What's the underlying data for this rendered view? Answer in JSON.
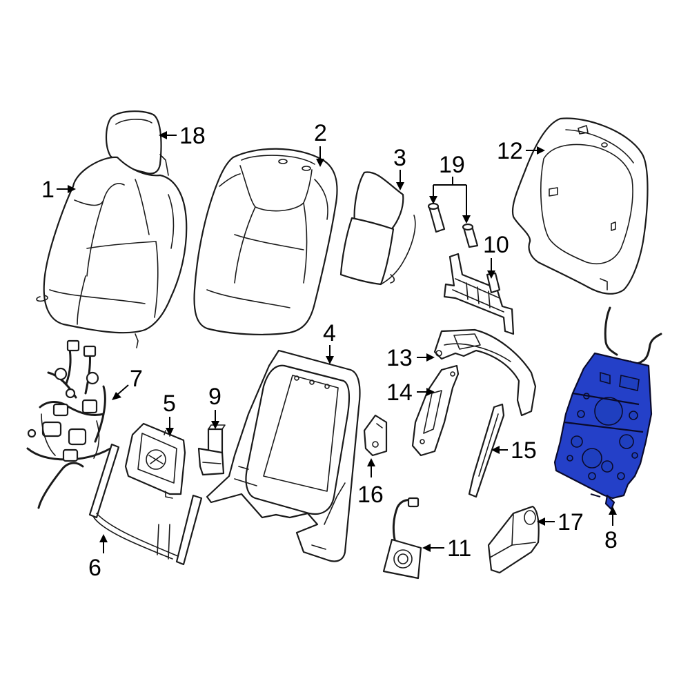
{
  "highlight_color": "#2440c8",
  "callouts": [
    {
      "id": "1",
      "label": "1"
    },
    {
      "id": "2",
      "label": "2"
    },
    {
      "id": "3",
      "label": "3"
    },
    {
      "id": "4",
      "label": "4"
    },
    {
      "id": "5",
      "label": "5"
    },
    {
      "id": "6",
      "label": "6"
    },
    {
      "id": "7",
      "label": "7"
    },
    {
      "id": "8",
      "label": "8"
    },
    {
      "id": "9",
      "label": "9"
    },
    {
      "id": "10",
      "label": "10"
    },
    {
      "id": "11",
      "label": "11"
    },
    {
      "id": "12",
      "label": "12"
    },
    {
      "id": "13",
      "label": "13"
    },
    {
      "id": "14",
      "label": "14"
    },
    {
      "id": "15",
      "label": "15"
    },
    {
      "id": "16",
      "label": "16"
    },
    {
      "id": "17",
      "label": "17"
    },
    {
      "id": "18",
      "label": "18"
    },
    {
      "id": "19",
      "label": "19"
    }
  ]
}
